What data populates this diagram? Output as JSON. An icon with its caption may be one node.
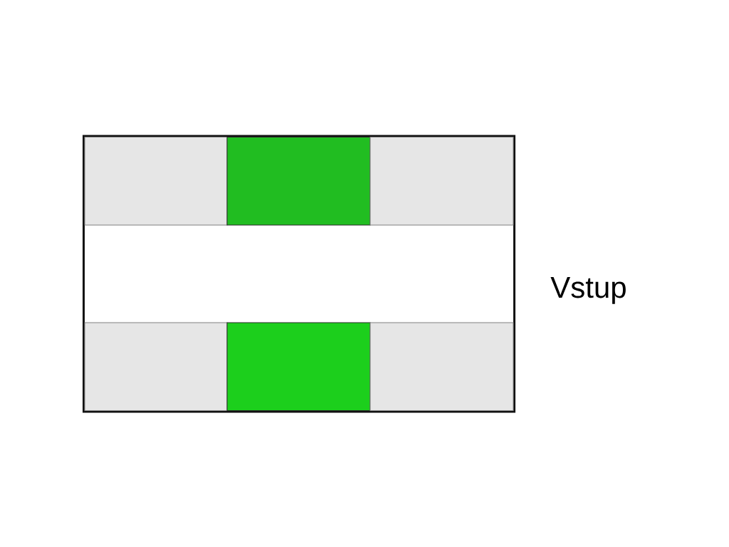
{
  "diagram": {
    "nodes": [
      {
        "text": [],
        "shape": "box"
      },
      {
        "text": [],
        "shape": "box",
        "in": 0
      },
      {
        "text": [],
        "shape": "box",
        "in": 0
      },
      {
        "text": [],
        "shape": "box",
        "in": 0
      },
      {
        "text": [],
        "shape": "box",
        "in": 0
      },
      {
        "text": [],
        "shape": "box",
        "in": 0
      },
      {
        "text": [],
        "shape": "box",
        "in": 0
      }
    ],
    "labels": [
      "Vstup"
    ]
  }
}
